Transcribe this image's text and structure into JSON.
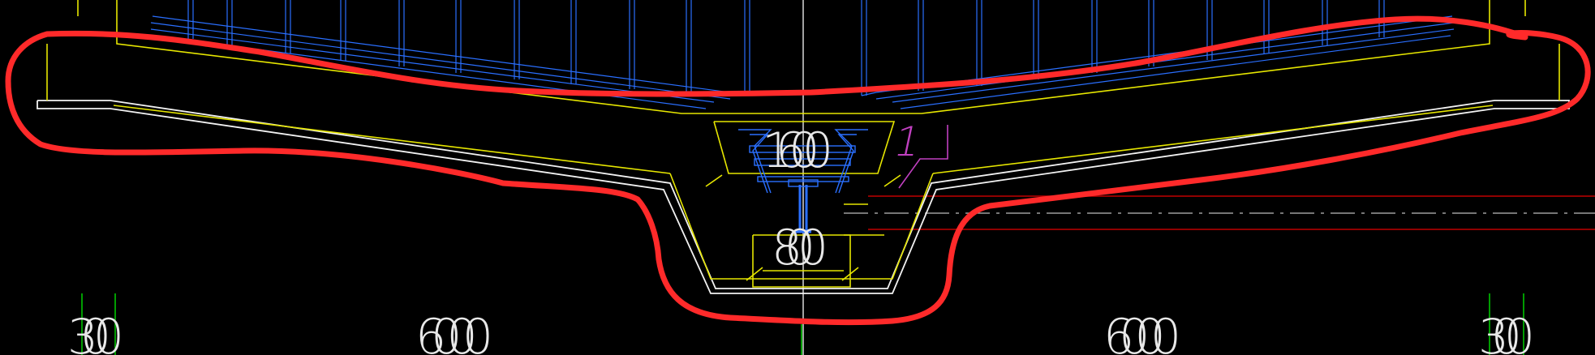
{
  "drawing": {
    "colors": {
      "background": "#000000",
      "outline_white": "#f2f2f2",
      "structure_yellow": "#e6e600",
      "rebar_blue": "#2a6fff",
      "markup_red": "#ff2a2a",
      "grid_green": "#00d000",
      "axis_red": "#c00000",
      "section_magenta": "#c040c0",
      "text_white": "#e8e8e8"
    },
    "dimensions": {
      "left_edge": "300",
      "left_span": "6000",
      "right_span": "6000",
      "right_edge": "300",
      "pit_top_width": "1600",
      "pit_bottom_width": "800"
    },
    "section_mark": "1"
  }
}
